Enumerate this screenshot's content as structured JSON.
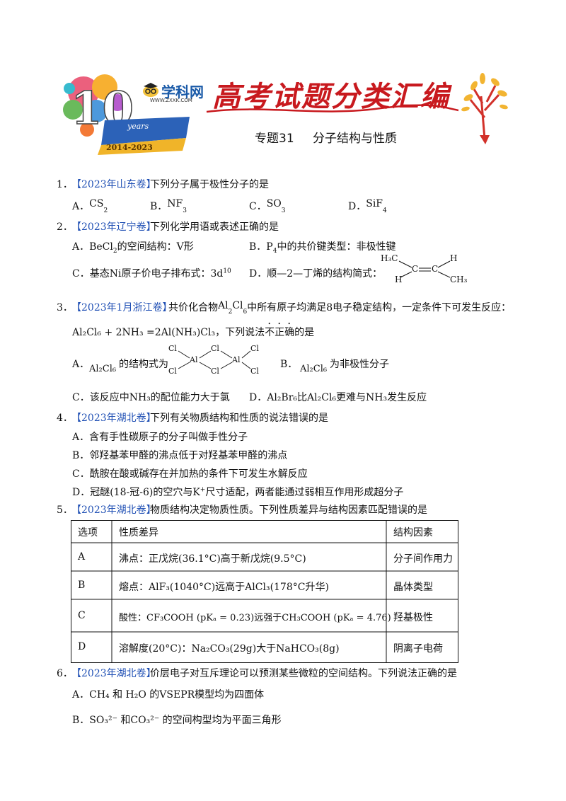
{
  "header": {
    "logo_brand": "学科网",
    "logo_url": "WWW.ZXXK.COM",
    "badge_years": "years",
    "badge_range": "2014-2023",
    "banner_title": "高考试题分类汇编",
    "subtitle_num": "专题31",
    "subtitle_text": "分子结构与性质"
  },
  "q1": {
    "num": "1．",
    "tag": "【2023年山东卷】",
    "stem": "下列分子属于极性分子的是",
    "a": "A．",
    "a_f": "CS",
    "a_s": "2",
    "b": "B．",
    "b_f": "NF",
    "b_s": "3",
    "c": "C．",
    "c_f": "SO",
    "c_s": "3",
    "d": "D．",
    "d_f": "SiF",
    "d_s": "4"
  },
  "q2": {
    "num": "2．",
    "tag": "【2023年辽宁卷】",
    "stem": "下列化学用语或表述正确的是",
    "a1": "A．BeCl",
    "a_s": "2",
    "a2": "的空间结构：V形",
    "b1": "B．P",
    "b_s": "4",
    "b2": "中的共价键类型：非极性键",
    "c1": "C．基态Ni原子价电子排布式：3d",
    "c_sup": "10",
    "d": "D．顺—2—丁烯的结构简式：",
    "st_ch3_top": "H₃C",
    "st_h_top": "H",
    "st_c1": "C",
    "st_c2": "C",
    "st_h_bot": "H",
    "st_ch3_bot": "CH₃"
  },
  "q3": {
    "num": "3．",
    "tag": "【2023年1月浙江卷】",
    "stem1": "共价化合物",
    "al2cl6_a": "Al",
    "al2cl6_s1": "2",
    "al2cl6_b": "Cl",
    "al2cl6_s2": "6",
    "stem2": "中所有原子均满足8电子稳定结构，一定条件下可发生反应：",
    "eq": "Al₂Cl₆ + 2NH₃ =2Al(NH₃)Cl₃",
    "eq_tail1": "，下列说法",
    "eq_not": "不正确",
    "eq_tail2": "的是",
    "a": "A．",
    "a_label": "Al₂Cl₆",
    "a_text": "的结构式为",
    "s_cl": "Cl",
    "s_al": "Al",
    "b": "B．",
    "b_label": "Al₂Cl₆",
    "b_text": "为非极性分子",
    "c1": "C．该反应中",
    "c_f": "NH₃",
    "c2": "的配位能力大于氯",
    "d": "D．",
    "d_f1": "Al₂Br₆",
    "d2": "比",
    "d_f2": "Al₂Cl₆",
    "d3": "更难与",
    "d_f3": "NH₃",
    "d4": "发生反应"
  },
  "q4": {
    "num": "4．",
    "tag": "【2023年湖北卷】",
    "stem": "下列有关物质结构和性质的说法错误的是",
    "a": "A．含有手性碳原子的分子叫做手性分子",
    "b": "B．邻羟基苯甲醛的沸点低于对羟基苯甲醛的沸点",
    "c": "C．酰胺在酸或碱存在并加热的条件下可发生水解反应",
    "d1": "D．冠醚(18-冠-6)的空穴与K",
    "d_sup": "+",
    "d2": "尺寸适配，两者能通过弱相互作用形成超分子"
  },
  "q5": {
    "num": "5．",
    "tag": "【2023年湖北卷】",
    "stem": "物质结构决定物质性质。下列性质差异与结构因素匹配错误的是",
    "headers": [
      "选项",
      "性质差异",
      "结构因素"
    ],
    "rows": [
      {
        "opt": "A",
        "prop": "沸点：正戊烷(36.1°C)高于新戊烷(9.5°C)",
        "factor": "分子间作用力"
      },
      {
        "opt": "B",
        "prop": "熔点：AlF₃(1040°C)远高于AlCl₃(178°C升华)",
        "factor": "晶体类型"
      },
      {
        "opt": "C",
        "prop": "酸性：CF₃COOH (pKₐ = 0.23)远强于CH₃COOH (pKₐ = 4.76)",
        "factor": "羟基极性"
      },
      {
        "opt": "D",
        "prop": "溶解度(20°C)：Na₂CO₃(29g)大于NaHCO₃(8g)",
        "factor": "阴离子电荷"
      }
    ]
  },
  "q6": {
    "num": "6．",
    "tag": "【2023年湖北卷】",
    "stem": "价层电子对互斥理论可以预测某些微粒的空间结构。下列说法正确的是",
    "a": "A．CH₄ 和 H₂O 的VSEPR模型均为四面体",
    "b": "B．SO₃²⁻ 和CO₃²⁻ 的空间构型均为平面三角形"
  },
  "colors": {
    "tag": "#1f4fb4",
    "banner_red": "#c8191e",
    "logo_blue": "#1a5aa8"
  }
}
